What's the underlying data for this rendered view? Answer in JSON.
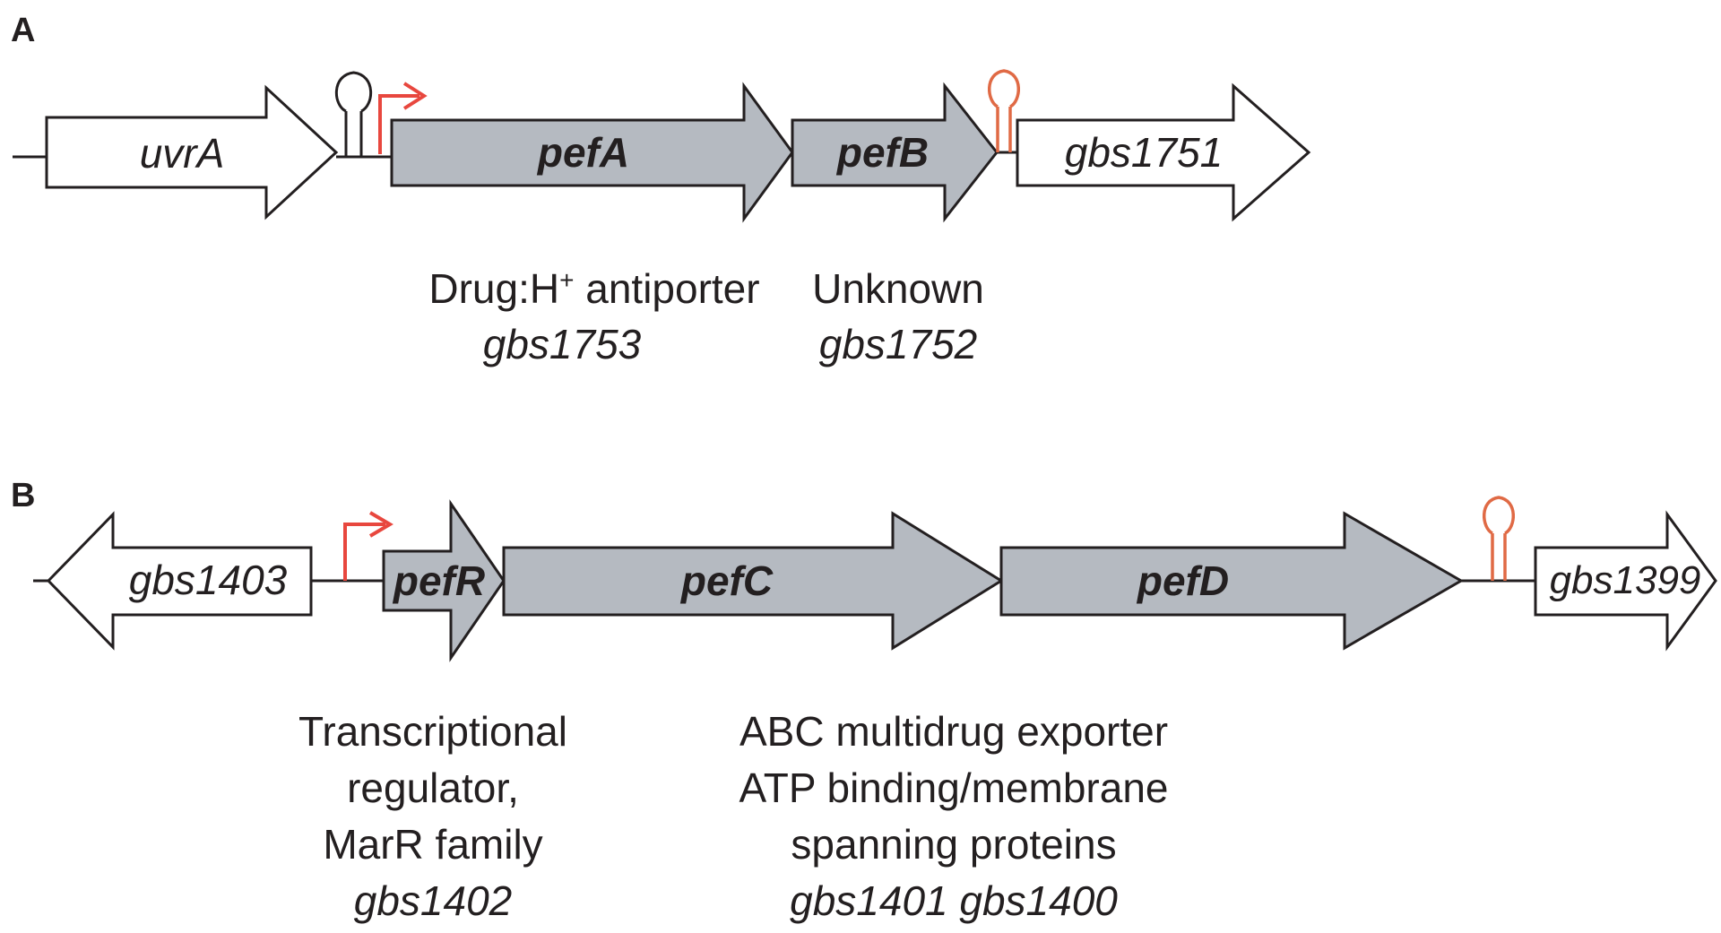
{
  "panel_a": {
    "label": "A",
    "genes": {
      "uvrA": "uvrA",
      "pefA": "pefA",
      "pefB": "pefB",
      "gbs1751": "gbs1751"
    },
    "annotations": {
      "pefA_function_prefix": "Drug:H",
      "pefA_function_sup": "+",
      "pefA_function_suffix": " antiporter",
      "pefA_locus": "gbs1753",
      "pefB_function": "Unknown",
      "pefB_locus": "gbs1752"
    }
  },
  "panel_b": {
    "label": "B",
    "genes": {
      "gbs1403": "gbs1403",
      "pefR": "pefR",
      "pefC": "pefC",
      "pefD": "pefD",
      "gbs1399": "gbs1399"
    },
    "annotations": {
      "pefR_line1": "Transcriptional",
      "pefR_line2": "regulator,",
      "pefR_line3": "MarR family",
      "pefR_locus": "gbs1402",
      "pefCD_line1": "ABC multidrug exporter",
      "pefCD_line2": "ATP binding/membrane",
      "pefCD_line3": "spanning proteins",
      "pefCD_locus": "gbs1401 gbs1400"
    }
  },
  "colors": {
    "pef_gene_fill": "#b5bac1",
    "other_gene_fill": "#ffffff",
    "outline": "#231f20",
    "promoter": "#e8473e",
    "terminator_pef": "#e06a45",
    "terminator_other": "#231f20"
  }
}
